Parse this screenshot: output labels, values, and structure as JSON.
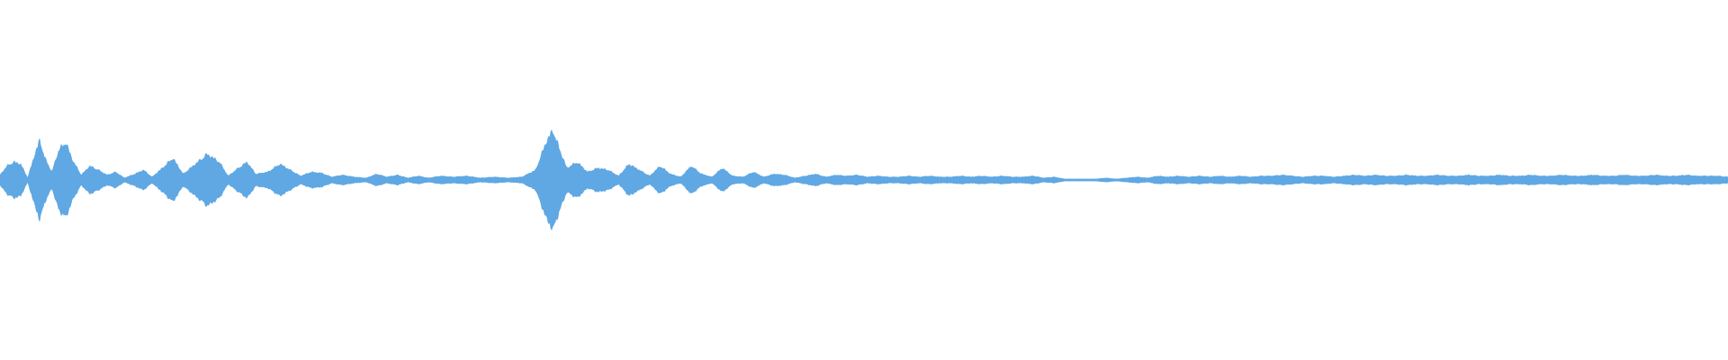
{
  "waveform": {
    "color": "#5fa8e3",
    "background": "#ffffff",
    "amplitude_max": 1.0,
    "segments": [
      {
        "t": 0.0,
        "a": 0.05
      },
      {
        "t": 0.004,
        "a": 0.14
      },
      {
        "t": 0.008,
        "a": 0.18
      },
      {
        "t": 0.012,
        "a": 0.16
      },
      {
        "t": 0.016,
        "a": 0.02
      },
      {
        "t": 0.02,
        "a": 0.25
      },
      {
        "t": 0.023,
        "a": 0.4
      },
      {
        "t": 0.026,
        "a": 0.22
      },
      {
        "t": 0.03,
        "a": 0.08
      },
      {
        "t": 0.034,
        "a": 0.3
      },
      {
        "t": 0.038,
        "a": 0.38
      },
      {
        "t": 0.042,
        "a": 0.2
      },
      {
        "t": 0.047,
        "a": 0.05
      },
      {
        "t": 0.052,
        "a": 0.14
      },
      {
        "t": 0.057,
        "a": 0.1
      },
      {
        "t": 0.062,
        "a": 0.05
      },
      {
        "t": 0.067,
        "a": 0.08
      },
      {
        "t": 0.072,
        "a": 0.02
      },
      {
        "t": 0.078,
        "a": 0.06
      },
      {
        "t": 0.083,
        "a": 0.1
      },
      {
        "t": 0.088,
        "a": 0.03
      },
      {
        "t": 0.094,
        "a": 0.12
      },
      {
        "t": 0.1,
        "a": 0.22
      },
      {
        "t": 0.106,
        "a": 0.06
      },
      {
        "t": 0.113,
        "a": 0.16
      },
      {
        "t": 0.12,
        "a": 0.26
      },
      {
        "t": 0.127,
        "a": 0.18
      },
      {
        "t": 0.132,
        "a": 0.04
      },
      {
        "t": 0.138,
        "a": 0.12
      },
      {
        "t": 0.143,
        "a": 0.18
      },
      {
        "t": 0.148,
        "a": 0.06
      },
      {
        "t": 0.155,
        "a": 0.08
      },
      {
        "t": 0.162,
        "a": 0.16
      },
      {
        "t": 0.168,
        "a": 0.1
      },
      {
        "t": 0.174,
        "a": 0.04
      },
      {
        "t": 0.18,
        "a": 0.08
      },
      {
        "t": 0.186,
        "a": 0.07
      },
      {
        "t": 0.192,
        "a": 0.03
      },
      {
        "t": 0.198,
        "a": 0.05
      },
      {
        "t": 0.205,
        "a": 0.03
      },
      {
        "t": 0.212,
        "a": 0.02
      },
      {
        "t": 0.218,
        "a": 0.06
      },
      {
        "t": 0.224,
        "a": 0.03
      },
      {
        "t": 0.23,
        "a": 0.05
      },
      {
        "t": 0.236,
        "a": 0.02
      },
      {
        "t": 0.242,
        "a": 0.04
      },
      {
        "t": 0.248,
        "a": 0.02
      },
      {
        "t": 0.255,
        "a": 0.04
      },
      {
        "t": 0.262,
        "a": 0.03
      },
      {
        "t": 0.27,
        "a": 0.04
      },
      {
        "t": 0.278,
        "a": 0.02
      },
      {
        "t": 0.286,
        "a": 0.03
      },
      {
        "t": 0.294,
        "a": 0.02
      },
      {
        "t": 0.302,
        "a": 0.03
      },
      {
        "t": 0.31,
        "a": 0.1
      },
      {
        "t": 0.316,
        "a": 0.38
      },
      {
        "t": 0.32,
        "a": 0.5
      },
      {
        "t": 0.324,
        "a": 0.3
      },
      {
        "t": 0.328,
        "a": 0.12
      },
      {
        "t": 0.334,
        "a": 0.18
      },
      {
        "t": 0.34,
        "a": 0.08
      },
      {
        "t": 0.346,
        "a": 0.12
      },
      {
        "t": 0.352,
        "a": 0.1
      },
      {
        "t": 0.358,
        "a": 0.04
      },
      {
        "t": 0.364,
        "a": 0.16
      },
      {
        "t": 0.37,
        "a": 0.1
      },
      {
        "t": 0.376,
        "a": 0.04
      },
      {
        "t": 0.382,
        "a": 0.14
      },
      {
        "t": 0.388,
        "a": 0.06
      },
      {
        "t": 0.394,
        "a": 0.03
      },
      {
        "t": 0.4,
        "a": 0.14
      },
      {
        "t": 0.406,
        "a": 0.06
      },
      {
        "t": 0.412,
        "a": 0.03
      },
      {
        "t": 0.418,
        "a": 0.12
      },
      {
        "t": 0.424,
        "a": 0.04
      },
      {
        "t": 0.43,
        "a": 0.03
      },
      {
        "t": 0.436,
        "a": 0.08
      },
      {
        "t": 0.442,
        "a": 0.03
      },
      {
        "t": 0.448,
        "a": 0.06
      },
      {
        "t": 0.454,
        "a": 0.05
      },
      {
        "t": 0.46,
        "a": 0.02
      },
      {
        "t": 0.466,
        "a": 0.04
      },
      {
        "t": 0.472,
        "a": 0.06
      },
      {
        "t": 0.478,
        "a": 0.03
      },
      {
        "t": 0.484,
        "a": 0.05
      },
      {
        "t": 0.49,
        "a": 0.04
      },
      {
        "t": 0.496,
        "a": 0.05
      },
      {
        "t": 0.502,
        "a": 0.03
      },
      {
        "t": 0.508,
        "a": 0.04
      },
      {
        "t": 0.514,
        "a": 0.03
      },
      {
        "t": 0.52,
        "a": 0.03
      },
      {
        "t": 0.526,
        "a": 0.04
      },
      {
        "t": 0.532,
        "a": 0.03
      },
      {
        "t": 0.538,
        "a": 0.04
      },
      {
        "t": 0.544,
        "a": 0.03
      },
      {
        "t": 0.55,
        "a": 0.03
      },
      {
        "t": 0.556,
        "a": 0.04
      },
      {
        "t": 0.562,
        "a": 0.03
      },
      {
        "t": 0.568,
        "a": 0.04
      },
      {
        "t": 0.574,
        "a": 0.03
      },
      {
        "t": 0.58,
        "a": 0.04
      },
      {
        "t": 0.586,
        "a": 0.03
      },
      {
        "t": 0.592,
        "a": 0.03
      },
      {
        "t": 0.598,
        "a": 0.04
      },
      {
        "t": 0.604,
        "a": 0.02
      },
      {
        "t": 0.61,
        "a": 0.03
      },
      {
        "t": 0.616,
        "a": 0.01
      },
      {
        "t": 0.622,
        "a": 0.01
      },
      {
        "t": 0.628,
        "a": 0.01
      },
      {
        "t": 0.634,
        "a": 0.01
      },
      {
        "t": 0.64,
        "a": 0.02
      },
      {
        "t": 0.646,
        "a": 0.01
      },
      {
        "t": 0.652,
        "a": 0.02
      },
      {
        "t": 0.658,
        "a": 0.03
      },
      {
        "t": 0.664,
        "a": 0.02
      },
      {
        "t": 0.67,
        "a": 0.04
      },
      {
        "t": 0.676,
        "a": 0.03
      },
      {
        "t": 0.682,
        "a": 0.04
      },
      {
        "t": 0.688,
        "a": 0.03
      },
      {
        "t": 0.694,
        "a": 0.04
      },
      {
        "t": 0.7,
        "a": 0.03
      },
      {
        "t": 0.706,
        "a": 0.04
      },
      {
        "t": 0.712,
        "a": 0.03
      },
      {
        "t": 0.718,
        "a": 0.04
      },
      {
        "t": 0.724,
        "a": 0.03
      },
      {
        "t": 0.73,
        "a": 0.04
      },
      {
        "t": 0.736,
        "a": 0.04
      },
      {
        "t": 0.742,
        "a": 0.05
      },
      {
        "t": 0.748,
        "a": 0.04
      },
      {
        "t": 0.754,
        "a": 0.03
      },
      {
        "t": 0.76,
        "a": 0.04
      },
      {
        "t": 0.766,
        "a": 0.04
      },
      {
        "t": 0.772,
        "a": 0.03
      },
      {
        "t": 0.778,
        "a": 0.04
      },
      {
        "t": 0.784,
        "a": 0.05
      },
      {
        "t": 0.79,
        "a": 0.04
      },
      {
        "t": 0.796,
        "a": 0.05
      },
      {
        "t": 0.802,
        "a": 0.04
      },
      {
        "t": 0.808,
        "a": 0.04
      },
      {
        "t": 0.814,
        "a": 0.05
      },
      {
        "t": 0.82,
        "a": 0.04
      },
      {
        "t": 0.826,
        "a": 0.04
      },
      {
        "t": 0.832,
        "a": 0.05
      },
      {
        "t": 0.838,
        "a": 0.04
      },
      {
        "t": 0.844,
        "a": 0.04
      },
      {
        "t": 0.85,
        "a": 0.05
      },
      {
        "t": 0.856,
        "a": 0.04
      },
      {
        "t": 0.862,
        "a": 0.04
      },
      {
        "t": 0.868,
        "a": 0.05
      },
      {
        "t": 0.874,
        "a": 0.04
      },
      {
        "t": 0.88,
        "a": 0.04
      },
      {
        "t": 0.886,
        "a": 0.05
      },
      {
        "t": 0.892,
        "a": 0.04
      },
      {
        "t": 0.898,
        "a": 0.04
      },
      {
        "t": 0.904,
        "a": 0.05
      },
      {
        "t": 0.91,
        "a": 0.04
      },
      {
        "t": 0.916,
        "a": 0.04
      },
      {
        "t": 0.922,
        "a": 0.05
      },
      {
        "t": 0.928,
        "a": 0.04
      },
      {
        "t": 0.934,
        "a": 0.04
      },
      {
        "t": 0.94,
        "a": 0.05
      },
      {
        "t": 0.946,
        "a": 0.04
      },
      {
        "t": 0.952,
        "a": 0.04
      },
      {
        "t": 0.958,
        "a": 0.05
      },
      {
        "t": 0.964,
        "a": 0.04
      },
      {
        "t": 0.97,
        "a": 0.04
      },
      {
        "t": 0.976,
        "a": 0.05
      },
      {
        "t": 0.982,
        "a": 0.04
      },
      {
        "t": 0.988,
        "a": 0.04
      },
      {
        "t": 0.994,
        "a": 0.04
      },
      {
        "t": 1.0,
        "a": 0.03
      }
    ]
  }
}
